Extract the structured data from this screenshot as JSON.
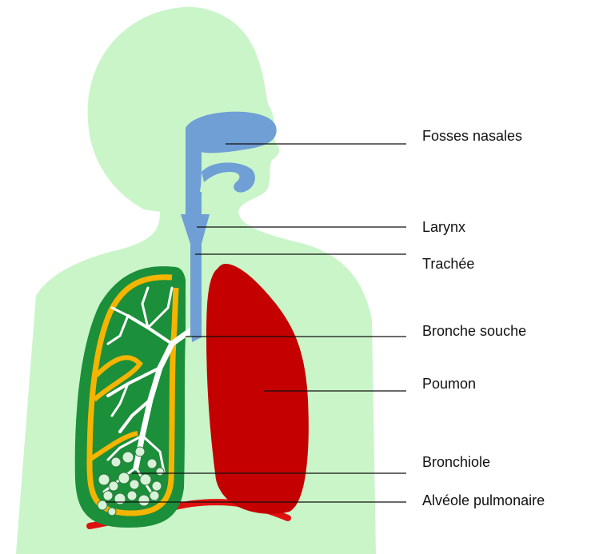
{
  "labels": {
    "fosses_nasales": "Fosses nasales",
    "larynx": "Larynx",
    "trachee": "Trachée",
    "bronche_souche": "Bronche souche",
    "poumon": "Poumon",
    "bronchiole": "Bronchiole",
    "alveole": "Alvéole pulmonaire"
  },
  "colors": {
    "body": "#c9f5c9",
    "airway": "#6f9fd4",
    "lung_right": "#c40000",
    "lung_left": "#1b8f3a",
    "pleura": "#f5b400",
    "diaphragm": "#e01010",
    "bronchi": "#ffffff"
  }
}
